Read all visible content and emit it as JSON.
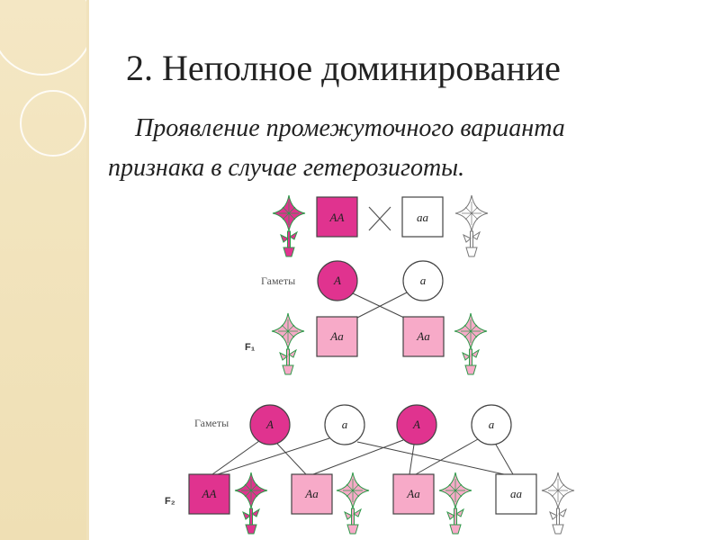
{
  "slide": {
    "title": "2. Неполное доминирование",
    "body_line1": "Проявление промежуточного варианта",
    "body_line2": "признака в случае гетерозиготы."
  },
  "diagram": {
    "gametes_label": "Гаметы",
    "f1_label": "F₁",
    "f2_label": "F₂",
    "parents": [
      {
        "genotype": "AA",
        "phenotype": "red"
      },
      {
        "genotype": "aa",
        "phenotype": "white"
      }
    ],
    "f1_gametes": [
      "A",
      "a"
    ],
    "f1_offspring": [
      {
        "genotype": "Aa",
        "phenotype": "pink"
      },
      {
        "genotype": "Aa",
        "phenotype": "pink"
      }
    ],
    "f2_gametes": [
      "A",
      "a",
      "A",
      "a"
    ],
    "f2_offspring": [
      {
        "genotype": "AA",
        "phenotype": "red"
      },
      {
        "genotype": "Aa",
        "phenotype": "pink"
      },
      {
        "genotype": "Aa",
        "phenotype": "pink"
      },
      {
        "genotype": "aa",
        "phenotype": "white"
      }
    ],
    "colors": {
      "dominant_fill": "#e0338f",
      "heterozygous_fill": "#f7aac8",
      "recessive_fill": "#ffffff",
      "stem": "#2e9a4a",
      "outline": "#444444"
    }
  }
}
